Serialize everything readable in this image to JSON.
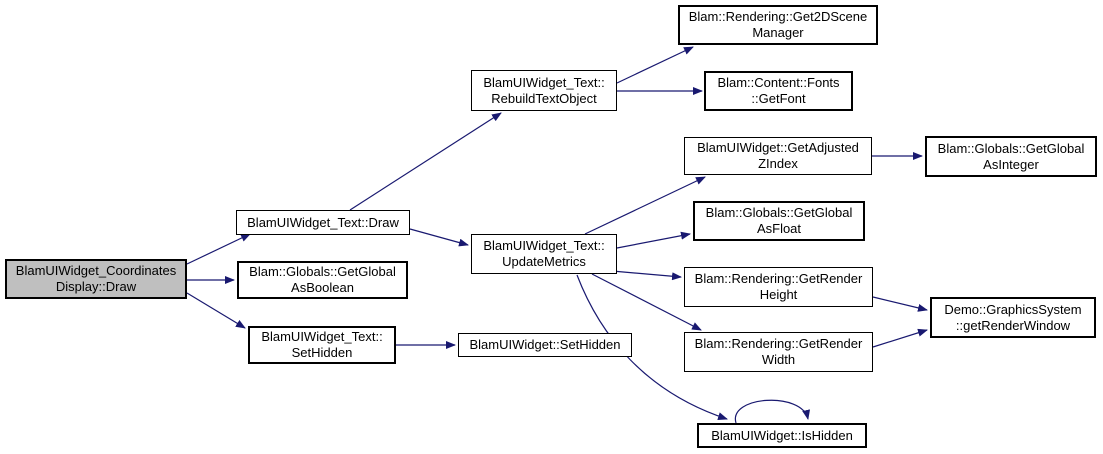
{
  "diagram": {
    "kind": "call-graph",
    "root_function": "BlamUIWidget_CoordinatesDisplay::Draw"
  },
  "colors": {
    "edge": "#191970",
    "node_border": "#000000",
    "node_fill": "#ffffff",
    "root_fill": "#bfbfbf",
    "background": "#ffffff",
    "text": "#000000"
  },
  "nodes": [
    {
      "id": "coordinates-display-draw",
      "label": "BlamUIWidget_Coordinates\nDisplay::Draw"
    },
    {
      "id": "text-draw",
      "label": "BlamUIWidget_Text::Draw"
    },
    {
      "id": "getglobal-asboolean",
      "label": "Blam::Globals::GetGlobal\nAsBoolean"
    },
    {
      "id": "text-sethidden",
      "label": "BlamUIWidget_Text::\nSetHidden"
    },
    {
      "id": "widget-sethidden",
      "label": "BlamUIWidget::SetHidden"
    },
    {
      "id": "rebuild-text-object",
      "label": "BlamUIWidget_Text::\nRebuildTextObject"
    },
    {
      "id": "get2dscene-manager",
      "label": "Blam::Rendering::Get2DScene\nManager"
    },
    {
      "id": "fonts-getfont",
      "label": "Blam::Content::Fonts\n::GetFont"
    },
    {
      "id": "update-metrics",
      "label": "BlamUIWidget_Text::\nUpdateMetrics"
    },
    {
      "id": "get-adjusted-zindex",
      "label": "BlamUIWidget::GetAdjusted\nZIndex"
    },
    {
      "id": "getglobal-asinteger",
      "label": "Blam::Globals::GetGlobal\nAsInteger"
    },
    {
      "id": "getglobal-asfloat",
      "label": "Blam::Globals::GetGlobal\nAsFloat"
    },
    {
      "id": "getrender-height",
      "label": "Blam::Rendering::GetRender\nHeight"
    },
    {
      "id": "getrender-width",
      "label": "Blam::Rendering::GetRender\nWidth"
    },
    {
      "id": "get-render-window",
      "label": "Demo::GraphicsSystem\n::getRenderWindow"
    },
    {
      "id": "is-hidden",
      "label": "BlamUIWidget::IsHidden"
    }
  ],
  "edges": [
    {
      "from": "coordinates-display-draw",
      "to": "text-draw"
    },
    {
      "from": "coordinates-display-draw",
      "to": "getglobal-asboolean"
    },
    {
      "from": "coordinates-display-draw",
      "to": "text-sethidden"
    },
    {
      "from": "text-draw",
      "to": "rebuild-text-object"
    },
    {
      "from": "text-draw",
      "to": "update-metrics"
    },
    {
      "from": "rebuild-text-object",
      "to": "get2dscene-manager"
    },
    {
      "from": "rebuild-text-object",
      "to": "fonts-getfont"
    },
    {
      "from": "update-metrics",
      "to": "get-adjusted-zindex"
    },
    {
      "from": "update-metrics",
      "to": "getglobal-asfloat"
    },
    {
      "from": "update-metrics",
      "to": "getrender-height"
    },
    {
      "from": "update-metrics",
      "to": "getrender-width"
    },
    {
      "from": "update-metrics",
      "to": "is-hidden"
    },
    {
      "from": "get-adjusted-zindex",
      "to": "getglobal-asinteger"
    },
    {
      "from": "getrender-height",
      "to": "get-render-window"
    },
    {
      "from": "getrender-width",
      "to": "get-render-window"
    },
    {
      "from": "text-sethidden",
      "to": "widget-sethidden"
    },
    {
      "from": "is-hidden",
      "to": "is-hidden"
    }
  ]
}
